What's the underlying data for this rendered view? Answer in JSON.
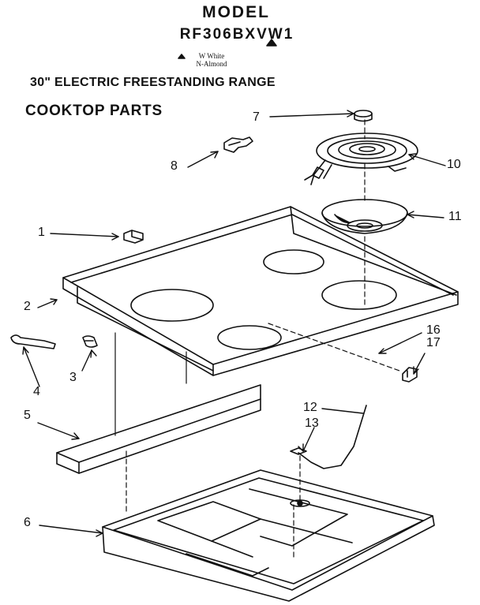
{
  "header": {
    "title": "MODEL",
    "model_number": "RF306BXVW1",
    "color_notes": [
      "W White",
      "N-Almond"
    ],
    "product": "30\" ELECTRIC FREESTANDING RANGE",
    "section": "COOKTOP PARTS"
  },
  "callouts": {
    "c1": "1",
    "c2": "2",
    "c3": "3",
    "c4": "4",
    "c5": "5",
    "c6": "6",
    "c7": "7",
    "c8": "8",
    "c10": "10",
    "c11": "11",
    "c12": "12",
    "c13": "13",
    "c16": "16",
    "c17": "17"
  },
  "colors": {
    "ink": "#111111",
    "background": "#ffffff"
  }
}
